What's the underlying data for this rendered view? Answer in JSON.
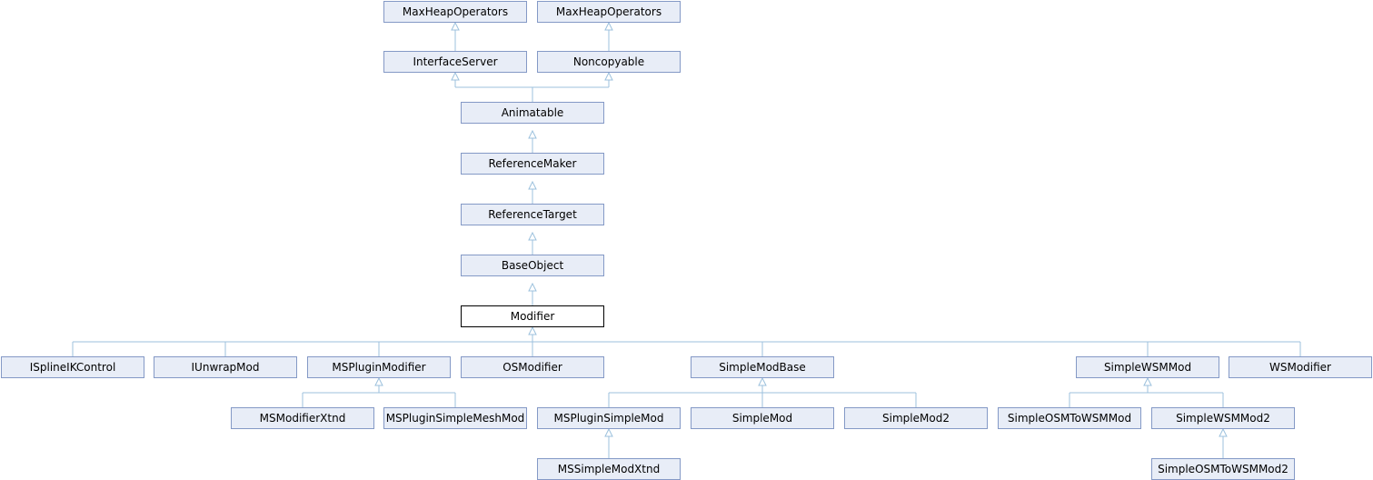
{
  "nodes": [
    {
      "id": "maxheap1",
      "label": "MaxHeapOperators"
    },
    {
      "id": "maxheap2",
      "label": "MaxHeapOperators"
    },
    {
      "id": "interfaceserver",
      "label": "InterfaceServer"
    },
    {
      "id": "noncopyable",
      "label": "Noncopyable"
    },
    {
      "id": "animatable",
      "label": "Animatable"
    },
    {
      "id": "referencemaker",
      "label": "ReferenceMaker"
    },
    {
      "id": "referencetarget",
      "label": "ReferenceTarget"
    },
    {
      "id": "baseobject",
      "label": "BaseObject"
    },
    {
      "id": "modifier",
      "label": "Modifier"
    },
    {
      "id": "isplineikcontrol",
      "label": "ISplineIKControl"
    },
    {
      "id": "iunwrapmod",
      "label": "IUnwrapMod"
    },
    {
      "id": "mspluginmodifier",
      "label": "MSPluginModifier"
    },
    {
      "id": "osmodifier",
      "label": "OSModifier"
    },
    {
      "id": "simplemodbase",
      "label": "SimpleModBase"
    },
    {
      "id": "simplewsmmod",
      "label": "SimpleWSMMod"
    },
    {
      "id": "wsmodifier",
      "label": "WSModifier"
    },
    {
      "id": "msmodifierxtnd",
      "label": "MSModifierXtnd"
    },
    {
      "id": "msplugin_simplemeshmod",
      "label": "MSPluginSimpleMeshMod"
    },
    {
      "id": "msplugin_simplemod",
      "label": "MSPluginSimpleMod"
    },
    {
      "id": "simplemod",
      "label": "SimpleMod"
    },
    {
      "id": "simplemod2",
      "label": "SimpleMod2"
    },
    {
      "id": "simpleosmtowsmmod",
      "label": "SimpleOSMToWSMMod"
    },
    {
      "id": "simplewsmmod2",
      "label": "SimpleWSMMod2"
    },
    {
      "id": "mssimplemodxtnd",
      "label": "MSSimpleModXtnd"
    },
    {
      "id": "simpleosmtowsmmod2",
      "label": "SimpleOSMToWSMMod2"
    }
  ],
  "colors": {
    "node_fill": "#e8edf7",
    "node_border": "#8499c6",
    "focus_fill": "#ffffff",
    "focus_border": "#000000",
    "edge": "#9cc1dd"
  }
}
